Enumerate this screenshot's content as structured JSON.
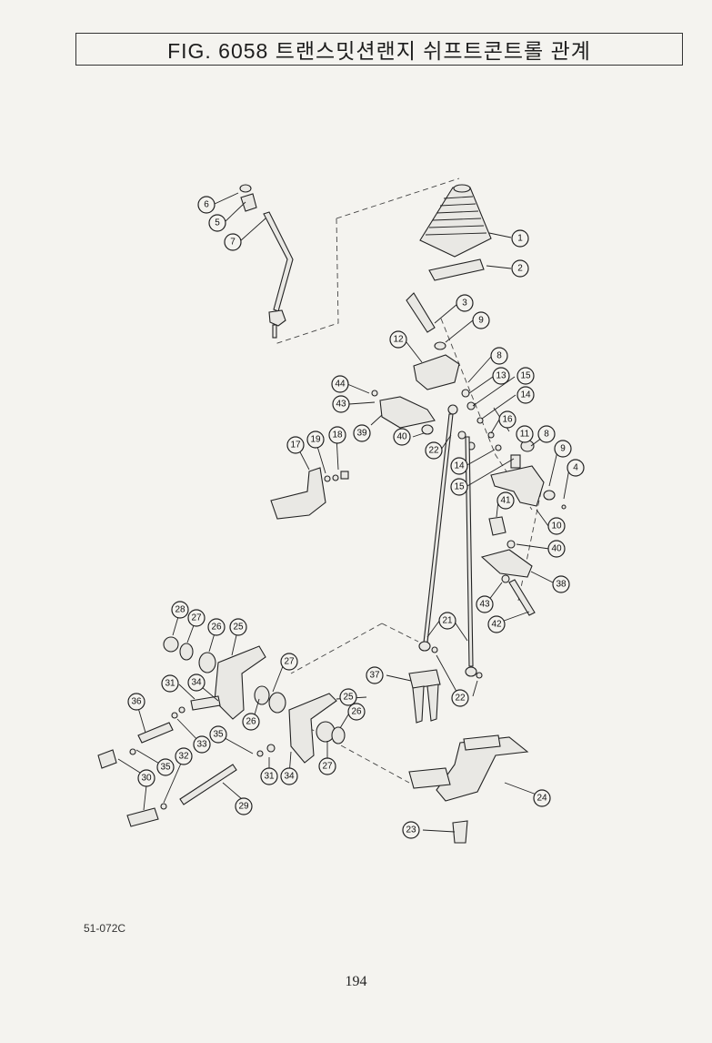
{
  "header": {
    "title": "FIG. 6058 트랜스밋션랜지 쉬프트콘트롤 관계"
  },
  "footer": {
    "ref_code": "51-072C",
    "page_number": "194"
  },
  "callouts": [
    {
      "label": "1"
    },
    {
      "label": "2"
    },
    {
      "label": "3"
    },
    {
      "label": "4"
    },
    {
      "label": "5"
    },
    {
      "label": "6"
    },
    {
      "label": "7"
    },
    {
      "label": "8"
    },
    {
      "label": "8"
    },
    {
      "label": "9"
    },
    {
      "label": "9"
    },
    {
      "label": "10"
    },
    {
      "label": "11"
    },
    {
      "label": "12"
    },
    {
      "label": "13"
    },
    {
      "label": "14"
    },
    {
      "label": "14"
    },
    {
      "label": "15"
    },
    {
      "label": "15"
    },
    {
      "label": "16"
    },
    {
      "label": "17"
    },
    {
      "label": "18"
    },
    {
      "label": "19"
    },
    {
      "label": "21"
    },
    {
      "label": "22"
    },
    {
      "label": "22"
    },
    {
      "label": "23"
    },
    {
      "label": "24"
    },
    {
      "label": "25"
    },
    {
      "label": "25"
    },
    {
      "label": "26"
    },
    {
      "label": "26"
    },
    {
      "label": "26"
    },
    {
      "label": "27"
    },
    {
      "label": "27"
    },
    {
      "label": "27"
    },
    {
      "label": "28"
    },
    {
      "label": "29"
    },
    {
      "label": "30"
    },
    {
      "label": "31"
    },
    {
      "label": "31"
    },
    {
      "label": "32"
    },
    {
      "label": "33"
    },
    {
      "label": "34"
    },
    {
      "label": "34"
    },
    {
      "label": "35"
    },
    {
      "label": "35"
    },
    {
      "label": "36"
    },
    {
      "label": "37"
    },
    {
      "label": "38"
    },
    {
      "label": "39"
    },
    {
      "label": "40"
    },
    {
      "label": "40"
    },
    {
      "label": "41"
    },
    {
      "label": "42"
    },
    {
      "label": "43"
    },
    {
      "label": "43"
    },
    {
      "label": "44"
    }
  ]
}
